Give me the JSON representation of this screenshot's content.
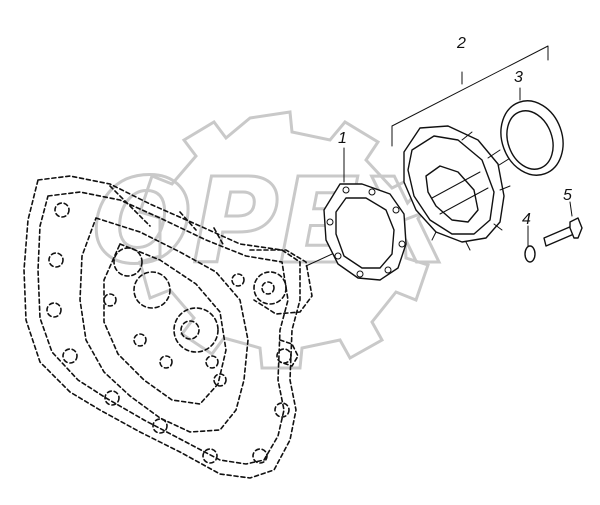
{
  "diagram": {
    "callouts": [
      {
        "id": "1",
        "label": "1"
      },
      {
        "id": "2",
        "label": "2"
      },
      {
        "id": "3",
        "label": "3"
      },
      {
        "id": "4",
        "label": "4"
      },
      {
        "id": "5",
        "label": "5"
      }
    ],
    "watermark_text": "OPEX",
    "colors": {
      "line": "#111111",
      "watermark": "#c9c9c9",
      "background": "#ffffff"
    }
  }
}
